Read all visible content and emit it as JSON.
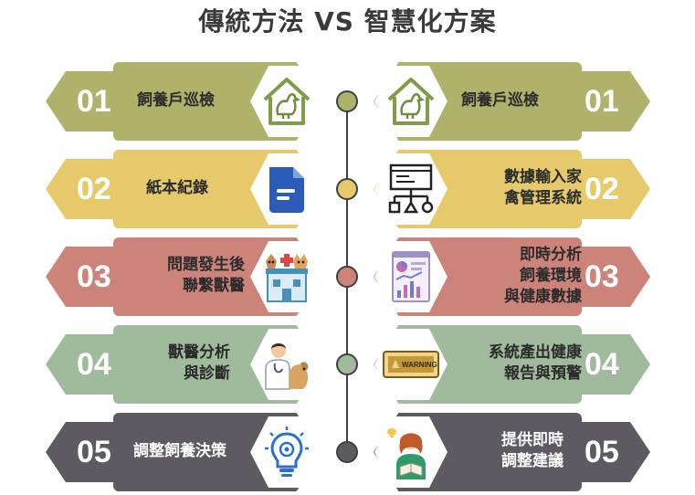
{
  "title": "傳統方法 VS 智慧化方案",
  "colors": [
    "#aeb26a",
    "#e5c96a",
    "#cc847a",
    "#9fbb9b",
    "#5e5a61"
  ],
  "rows": [
    {
      "left": {
        "number": "01",
        "label": "飼養戶巡檢",
        "icon": "chicken-house-icon"
      },
      "right": {
        "number": "01",
        "label": "飼養戶巡檢",
        "icon": "chicken-house-icon"
      }
    },
    {
      "left": {
        "number": "02",
        "label": "紙本紀錄",
        "icon": "document-icon"
      },
      "right": {
        "number": "02",
        "label": "數據輸入家\n禽管理系統",
        "icon": "system-flow-icon"
      }
    },
    {
      "left": {
        "number": "03",
        "label": "問題發生後\n聯繫獸醫",
        "icon": "vet-clinic-icon"
      },
      "right": {
        "number": "03",
        "label": "即時分析\n飼養環境\n與健康數據",
        "icon": "dashboard-icon"
      }
    },
    {
      "left": {
        "number": "04",
        "label": "獸醫分析\n與診斷",
        "icon": "veterinarian-icon"
      },
      "right": {
        "number": "04",
        "label": "系統產出健康\n報告與預警",
        "icon": "warning-sign-icon",
        "sign_text": "WARNING"
      }
    },
    {
      "left": {
        "number": "05",
        "label": "調整飼養決策",
        "icon": "idea-bulb-icon"
      },
      "right": {
        "number": "05",
        "label": "提供即時\n調整建議",
        "icon": "person-reading-icon"
      }
    }
  ]
}
